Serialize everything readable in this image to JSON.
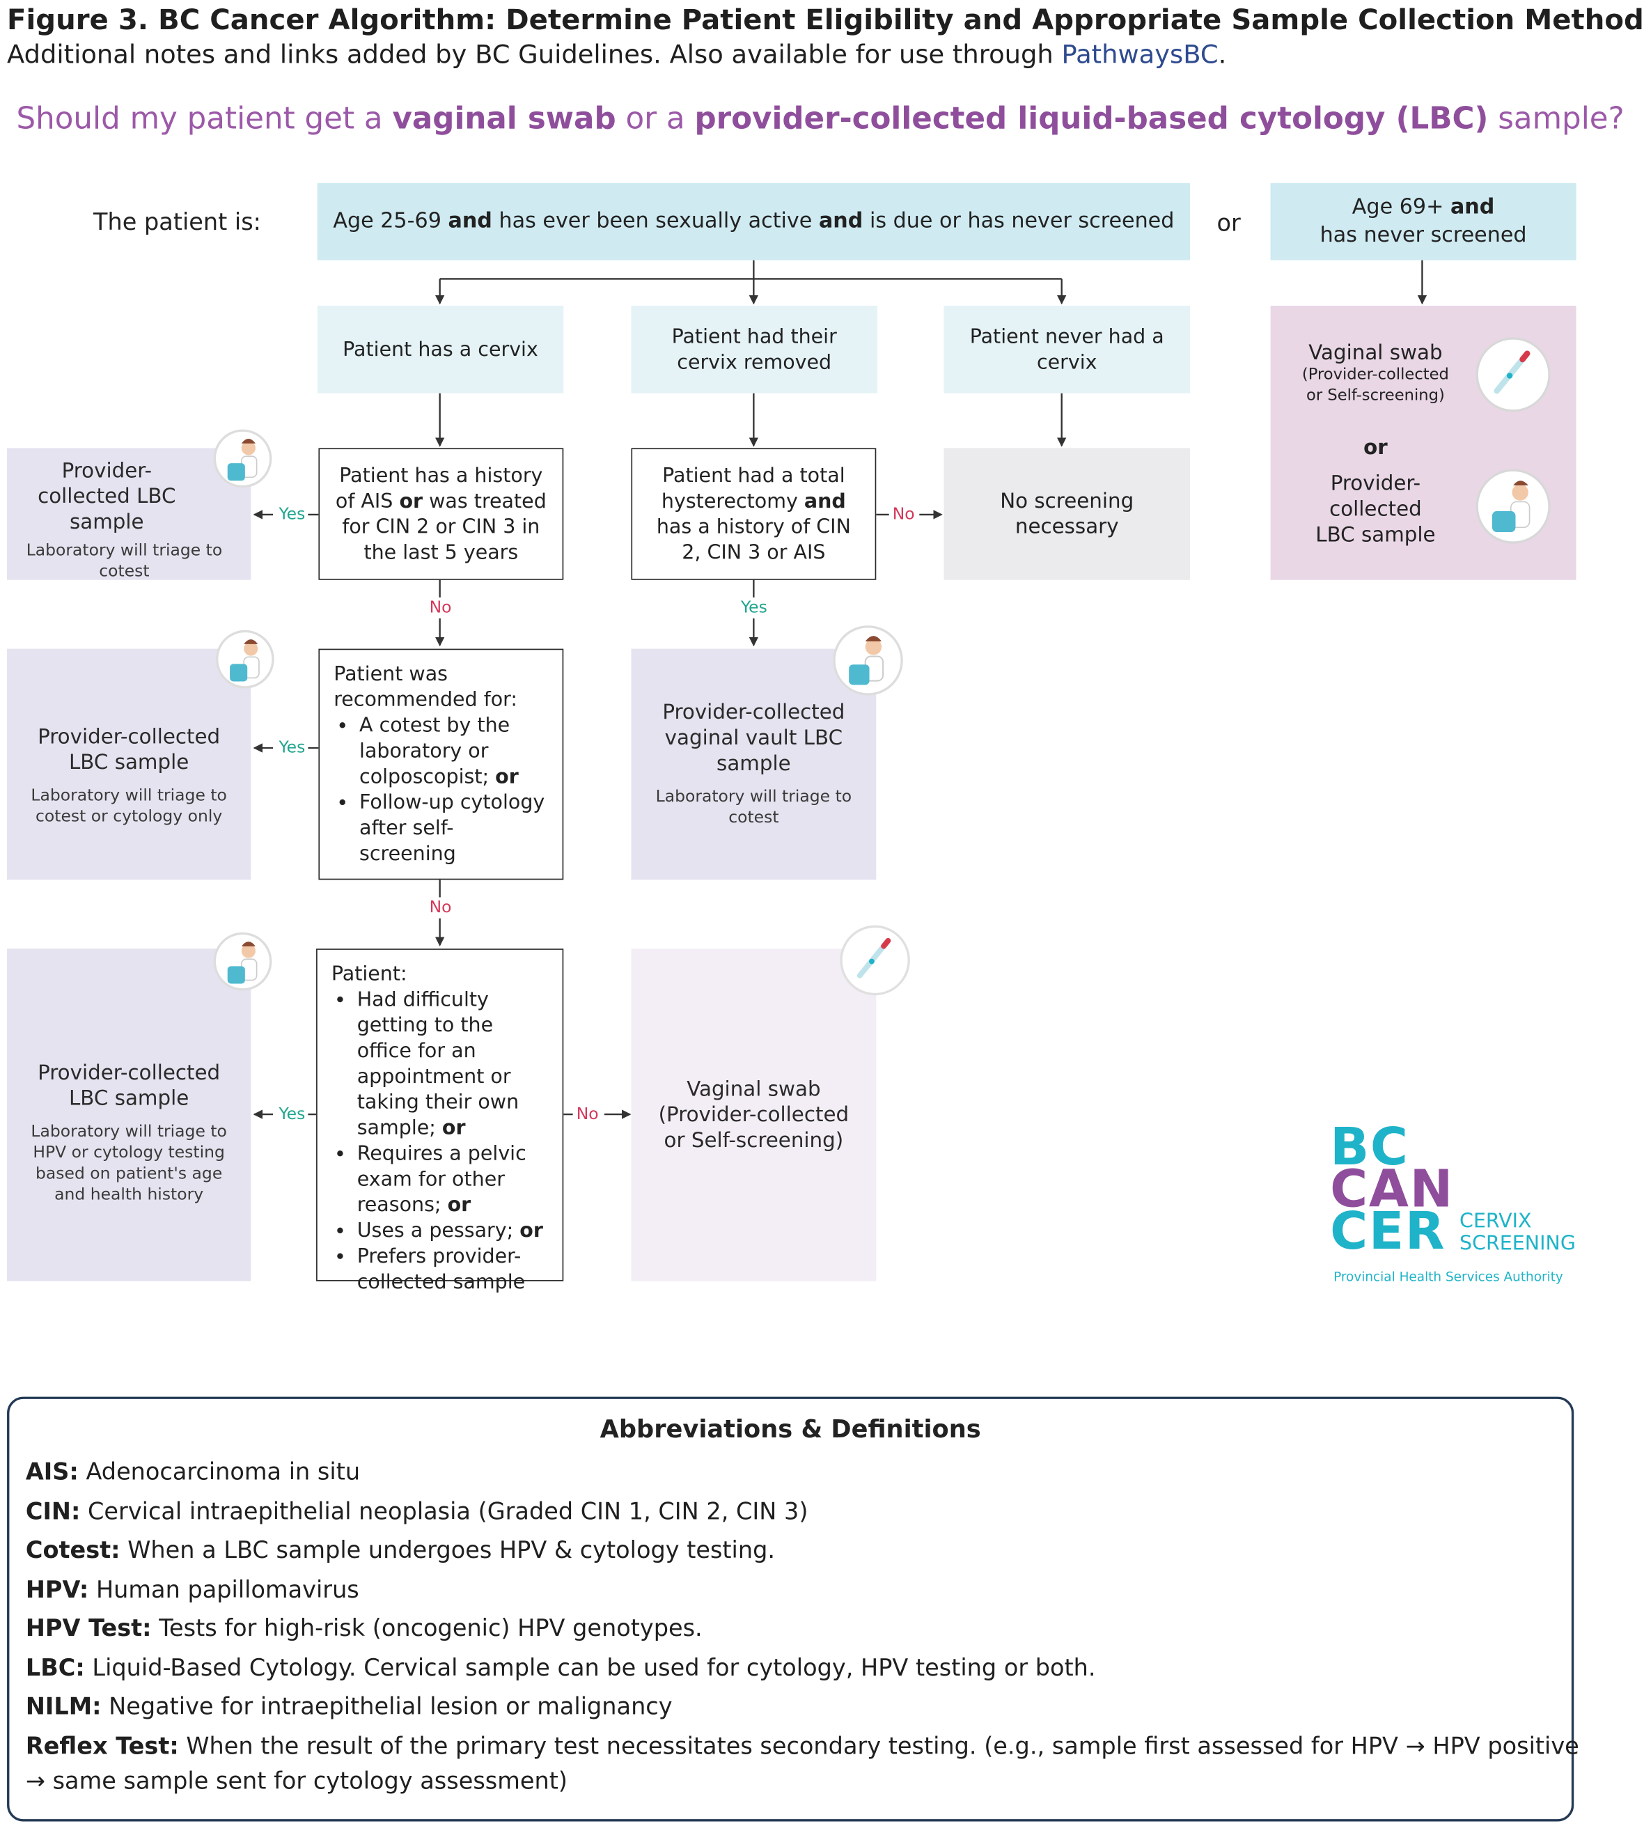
{
  "header": {
    "title": "Figure 3. BC Cancer Algorithm: Determine Patient Eligibility and Appropriate Sample Collection Method",
    "subtitle_prefix": "Additional notes and links added by BC Guidelines. Also available for use through ",
    "subtitle_link": "PathwaysBC",
    "subtitle_suffix": "."
  },
  "question": {
    "p1": "Should my patient get a ",
    "b1": "vaginal swab",
    "p2": " or a ",
    "b2": "provider-collected liquid-based cytology (LBC)",
    "p3": " sample?"
  },
  "top": {
    "patient_is": "The patient is:",
    "main_p1": "Age 25-69 ",
    "main_and1": "and",
    "main_p2": " has ever been sexually active ",
    "main_and2": "and",
    "main_p3": " is due or has never screened",
    "or": "or",
    "age69_l1": "Age 69+ ",
    "age69_and": "and",
    "age69_l2": "has never screened"
  },
  "branches": {
    "cervix": "Patient has a cervix",
    "removed": "Patient had their cervix removed",
    "never": "Patient never had a cervix"
  },
  "q1": {
    "p1": "Patient has a history of AIS ",
    "or": "or",
    "p2": " was treated for CIN 2 or CIN 3 in the last 5 years"
  },
  "q2": {
    "p1": "Patient had a total hysterectomy ",
    "and": "and",
    "p2": " has a history of CIN 2, CIN 3 or AIS"
  },
  "no_screening": "No screening necessary",
  "r1": {
    "title": "Provider-collected LBC sample",
    "note": "Laboratory will triage to cotest"
  },
  "r2": {
    "title": "Provider-collected LBC sample",
    "note": "Laboratory will triage to cotest or cytology only"
  },
  "r3": {
    "title": "Provider-collected LBC sample",
    "note": "Laboratory will triage to HPV or cytology testing based on patient's age and health history"
  },
  "vault": {
    "title": "Provider-collected vaginal vault LBC sample",
    "note": "Laboratory will triage to cotest"
  },
  "swab": {
    "title": "Vaginal swab",
    "sub": "(Provider-collected or Self-screening)"
  },
  "q3": {
    "intro": "Patient was recommended for:",
    "i1a": "A cotest by the laboratory or colposcopist; ",
    "i1b": "or",
    "i2": "Follow-up cytology after self-screening"
  },
  "q4": {
    "intro": "Patient:",
    "i1a": "Had difficulty getting to the office for an appointment or taking their own sample; ",
    "i1b": "or",
    "i2a": "Requires a pelvic exam for other reasons; ",
    "i2b": "or",
    "i3a": "Uses a pessary; ",
    "i3b": "or",
    "i4": "Prefers provider-collected sample"
  },
  "right": {
    "swab_title": "Vaginal swab",
    "swab_sub": "(Provider-collected or Self-screening)",
    "or": "or",
    "lbc": "Provider-collected LBC sample"
  },
  "labels": {
    "yes": "Yes",
    "no": "No"
  },
  "logo": {
    "l1": "BC",
    "l2": "CAN",
    "l3": "CER",
    "cervix": "CERVIX",
    "screening": "SCREENING",
    "authority": "Provincial Health Services Authority"
  },
  "defs": {
    "title": "Abbreviations & Definitions",
    "items": [
      {
        "term": "AIS:",
        "text": " Adenocarcinoma in situ"
      },
      {
        "term": "CIN:",
        "text": " Cervical intraepithelial neoplasia (Graded CIN 1, CIN 2, CIN 3)"
      },
      {
        "term": "Cotest:",
        "text": " When a LBC sample undergoes HPV & cytology testing."
      },
      {
        "term": "HPV:",
        "text": " Human papillomavirus"
      },
      {
        "term": "HPV Test:",
        "text": " Tests for high-risk (oncogenic) HPV genotypes."
      },
      {
        "term": "LBC:",
        "text": " Liquid-Based Cytology. Cervical sample can be used for cytology, HPV testing or both."
      },
      {
        "term": "NILM:",
        "text": " Negative for intraepithelial lesion or malignancy"
      },
      {
        "term": "Reflex Test:",
        "text": " When the result of the primary test necessitates secondary testing. (e.g., sample first assessed for HPV → HPV positive"
      },
      {
        "term": "",
        "text": "→ same sample sent for cytology assessment)"
      }
    ]
  },
  "colors": {
    "title_purple": "#8f4e9c",
    "yes": "#1fa58d",
    "no": "#d5375a",
    "logo_teal": "#1fb3c9",
    "logo_purple": "#8f4e9c"
  }
}
